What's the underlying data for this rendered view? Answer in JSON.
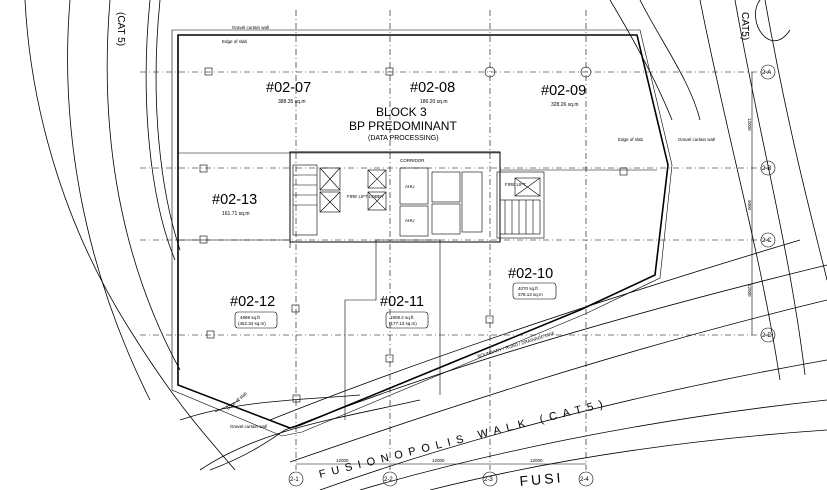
{
  "building": {
    "title": "BLOCK 3",
    "subtitle": "BP PREDOMINANT",
    "note": "(DATA PROCESSING)"
  },
  "units": [
    {
      "id": "#02-07",
      "area": "388.35 sq.m"
    },
    {
      "id": "#02-08",
      "area": "186.20 sq.m"
    },
    {
      "id": "#02-09",
      "area": "328.26 sq.m"
    },
    {
      "id": "#02-13",
      "area": "161.71 sq.m"
    },
    {
      "id": "#02-10",
      "area_sqft": "4070 sq.ft",
      "area_sqm": "378.13 sq.m"
    },
    {
      "id": "#02-12",
      "area_sqft": "4869 sq.ft",
      "area_sqm": "(452.34 sq.m)"
    },
    {
      "id": "#02-11",
      "area_sqft": "1908.2 sq.ft",
      "area_sqm": "(177.13 sq.m)"
    }
  ],
  "core": {
    "corridor": "CORRIDOR",
    "fire_lobby": "FIRE LIFT LOBBY",
    "ahu": "AHU",
    "fire_lift": "FIRE LIFT"
  },
  "roads": {
    "fusionopolis_walk": "FUSIONOPOLIS WALK (CAT5)",
    "cat5_left": "(CAT 5)",
    "cat5_right": "CAT5)",
    "fusion_bottom": "FUSI",
    "boundary": "BOUNDARY / ROAD / DRAINAGE LINE"
  },
  "annotations": {
    "gravel_curtain_wall": "Gravel curtain wall",
    "edge_of_slab": "Edge of slab"
  },
  "grid": {
    "columns": [
      "2-1",
      "2-2",
      "2-3",
      "2-4"
    ],
    "rows": [
      "2-A",
      "2-B",
      "2-C",
      "2-D"
    ],
    "col_spacing": [
      "12000",
      "12000",
      "12000"
    ],
    "row_spacing": [
      "12000",
      "9000",
      "12000"
    ]
  }
}
